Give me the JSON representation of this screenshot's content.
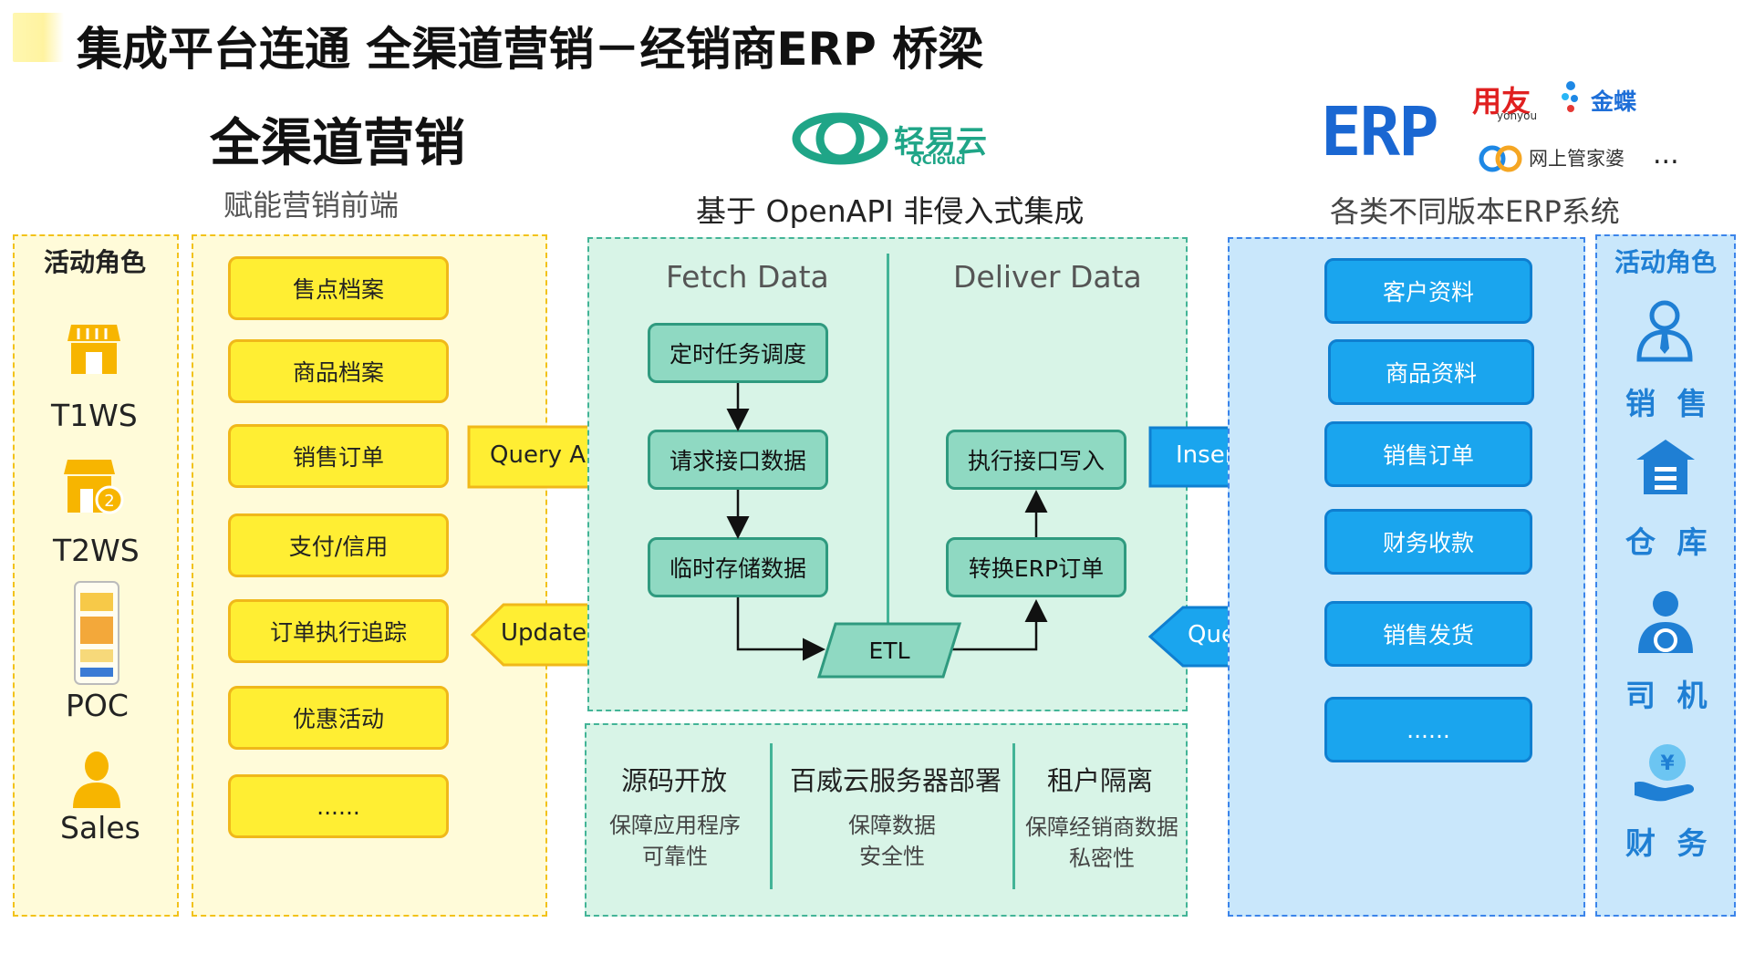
{
  "header": {
    "title": "集成平台连通 全渠道营销－经销商ERP 桥梁"
  },
  "left": {
    "heading": "全渠道营销",
    "subheading": "赋能营销前端",
    "roles_title": "活动角色",
    "roles": [
      "T1WS",
      "T2WS",
      "POC",
      "Sales"
    ],
    "items": [
      "售点档案",
      "商品档案",
      "销售订单",
      "支付/信用",
      "订单执行追踪",
      "优惠活动",
      "......"
    ]
  },
  "middle": {
    "logo_name": "轻易云",
    "logo_sub": "QCloud",
    "heading": "基于 OpenAPI 非侵入式集成",
    "fetch_label": "Fetch Data",
    "deliver_label": "Deliver Data",
    "fetch_steps": [
      "定时任务调度",
      "请求接口数据",
      "临时存储数据"
    ],
    "deliver_steps": [
      "执行接口写入",
      "转换ERP订单"
    ],
    "etl": "ETL",
    "query_api_left": "Query API",
    "update_api": "Update API",
    "insert_api": "Insert API",
    "query_api_right": "Query API",
    "features": [
      {
        "title": "源码开放",
        "line1": "保障应用程序",
        "line2": "可靠性"
      },
      {
        "title": "百威云服务器部署",
        "line1": "保障数据",
        "line2": "安全性"
      },
      {
        "title": "租户隔离",
        "line1": "保障经销商数据",
        "line2": "私密性"
      }
    ]
  },
  "right": {
    "erp_logo": "ERP",
    "vendor1": "用友",
    "vendor1_sub": "yonyou",
    "vendor2": "金蝶",
    "vendor3": "网上管家婆",
    "ellipsis": "...",
    "subheading": "各类不同版本ERP系统",
    "items": [
      "客户资料",
      "商品资料",
      "销售订单",
      "财务收款",
      "销售发货",
      "......"
    ],
    "roles_title": "活动角色",
    "roles": [
      "销 售",
      "仓 库",
      "司 机",
      "财 务"
    ]
  },
  "colors": {
    "yellow_fill": "#ffee33",
    "green_fill": "#8fd9c2",
    "blue_fill": "#1aa5ee",
    "role_blue": "#1f7fd4"
  }
}
